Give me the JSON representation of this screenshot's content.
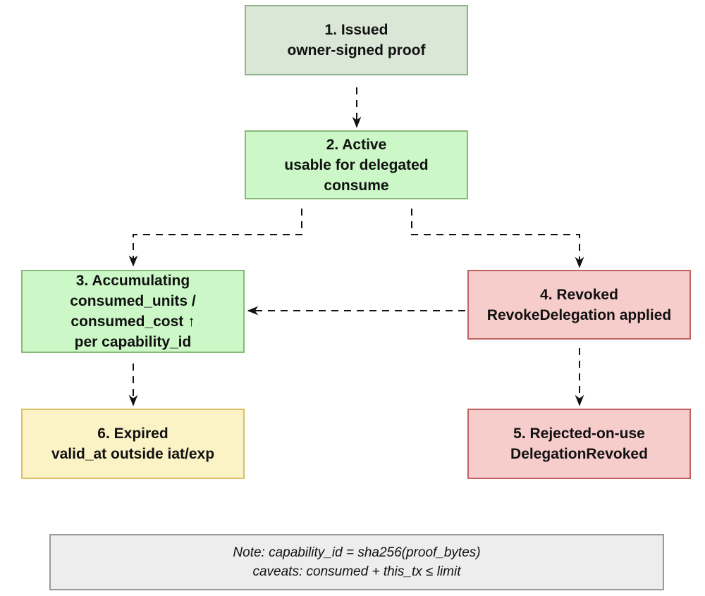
{
  "nodes": {
    "issued": {
      "title": "1. Issued",
      "lines": [
        "owner-signed proof"
      ]
    },
    "active": {
      "title": "2. Active",
      "lines": [
        "usable for delegated",
        "consume"
      ]
    },
    "accumulating": {
      "title": "3. Accumulating",
      "lines": [
        "consumed_units /",
        "consumed_cost ↑",
        "per capability_id"
      ]
    },
    "revoked": {
      "title": "4. Revoked",
      "lines": [
        "RevokeDelegation applied"
      ]
    },
    "rejected": {
      "title": "5. Rejected-on-use",
      "lines": [
        "DelegationRevoked"
      ]
    },
    "expired": {
      "title": "6. Expired",
      "lines": [
        "valid_at outside iat/exp"
      ]
    }
  },
  "note": {
    "lines": [
      "Note: capability_id = sha256(proof_bytes)",
      "caveats: consumed + this_tx ≤ limit"
    ]
  },
  "colors": {
    "issued_fill": "#dbe7d6",
    "active_fill": "#ccf8c8",
    "expired_fill": "#fbf2c6",
    "revoked_fill": "#f7cdcb",
    "edge": "#111111"
  },
  "edges": [
    {
      "from": "issued",
      "to": "active",
      "style": "dashed"
    },
    {
      "from": "active",
      "to": "accumulating",
      "style": "dashed"
    },
    {
      "from": "active",
      "to": "revoked",
      "style": "dashed"
    },
    {
      "from": "revoked",
      "to": "accumulating",
      "style": "dashed"
    },
    {
      "from": "revoked",
      "to": "rejected",
      "style": "dashed"
    },
    {
      "from": "accumulating",
      "to": "expired",
      "style": "dashed"
    }
  ]
}
